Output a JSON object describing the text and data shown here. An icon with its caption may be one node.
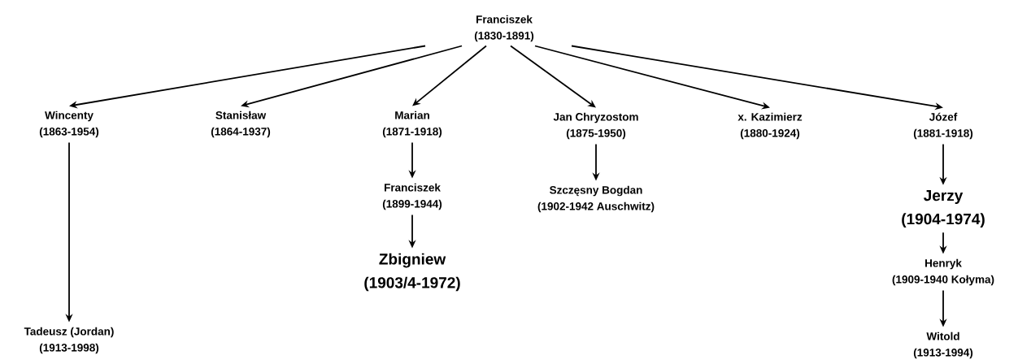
{
  "diagram": {
    "nodes": [
      {
        "text": [
          "Franciszek",
          "(1830-1891)"
        ]
      },
      {
        "text": [
          "Wincenty",
          "(1863-1954)"
        ]
      },
      {
        "text": [
          "Stanisław",
          "(1864-1937)"
        ]
      },
      {
        "text": [
          "Marian",
          "(1871-1918)"
        ]
      },
      {
        "text": [
          "Jan Chryzostom",
          "(1875-1950)"
        ]
      },
      {
        "text": [
          "x. Kazimierz",
          "(1880-1924)"
        ]
      },
      {
        "text": [
          "Józef",
          "(1881-1918)"
        ]
      },
      {
        "text": [
          "Franciszek",
          "(1899-1944)"
        ]
      },
      {
        "text": [
          "Zbigniew",
          "(1903/4-1972)"
        ]
      },
      {
        "text": [
          "Szczęsny Bogdan",
          "(1902-1942 Auschwitz)"
        ]
      },
      {
        "text": [
          "Jerzy",
          "(1904-1974)"
        ]
      },
      {
        "text": [
          "Henryk",
          "(1909-1940 Kołyma)"
        ]
      },
      {
        "text": [
          "Tadeusz (Jordan)",
          "(1913-1998)"
        ]
      },
      {
        "text": [
          "Witold",
          "(1913-1994)"
        ]
      }
    ],
    "edges": [
      {
        "from": 0,
        "to": 1,
        "arrow": "to"
      },
      {
        "from": 0,
        "to": 2,
        "arrow": "to"
      },
      {
        "from": 0,
        "to": 3,
        "arrow": "to"
      },
      {
        "from": 0,
        "to": 4,
        "arrow": "to"
      },
      {
        "from": 0,
        "to": 5,
        "arrow": "to"
      },
      {
        "from": 0,
        "to": 6,
        "arrow": "to"
      },
      {
        "from": 3,
        "to": 7,
        "arrow": "to"
      },
      {
        "from": 7,
        "to": 8,
        "arrow": "to"
      },
      {
        "from": 4,
        "to": 9,
        "arrow": "to"
      },
      {
        "from": 6,
        "to": 10,
        "arrow": "to"
      },
      {
        "from": 10,
        "to": 11,
        "arrow": "to"
      },
      {
        "from": 11,
        "to": 13,
        "arrow": "to"
      },
      {
        "from": 1,
        "to": 12,
        "arrow": "to"
      }
    ]
  }
}
